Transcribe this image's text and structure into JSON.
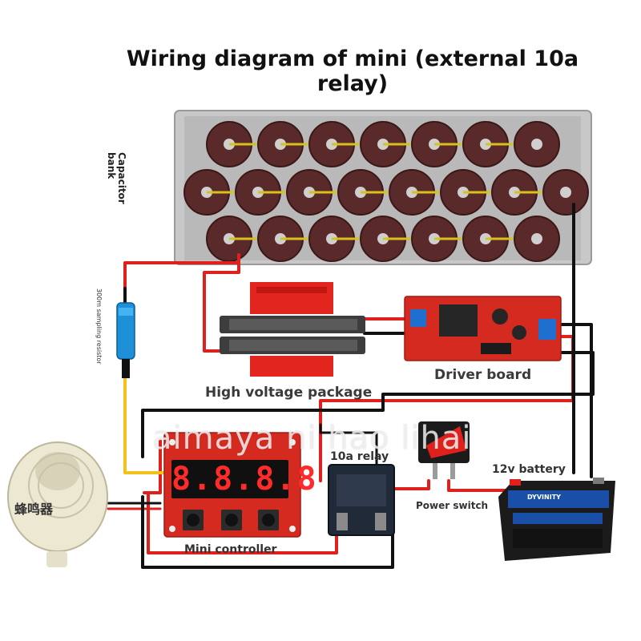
{
  "title": "Wiring diagram of mini (external 10a relay)",
  "labels": {
    "capacitor_bank": "Capacitor bank",
    "sampling_resistor": "300m sampling resistor",
    "high_voltage_package": "High voltage package",
    "driver_board": "Driver board",
    "relay": "10a relay",
    "power_switch": "Power switch",
    "battery": "12v battery",
    "mini_controller": "Mini controller"
  },
  "controller_display": "8.8.8.8",
  "buzzer_text": "蜂鸣器",
  "battery_brand": "DYVINITY",
  "watermark": "aimaya ni hao lihai",
  "colors": {
    "wire_red": "#e0201c",
    "wire_black": "#111111",
    "wire_yellow": "#f2c21a",
    "board_red": "#d42a20",
    "capacitor": "#5a2a2a",
    "resistor_blue": "#1e90d8",
    "battery_blue": "#1a4fa8"
  }
}
